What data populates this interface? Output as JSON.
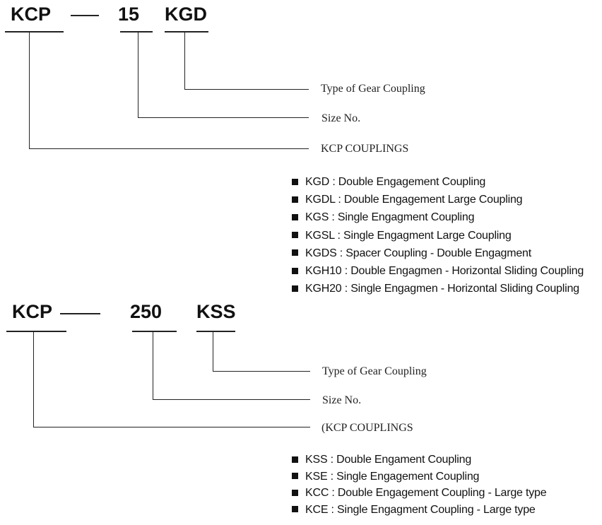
{
  "block1": {
    "prefix": "KCP",
    "size": "15",
    "type": "KGD",
    "labels": [
      "Type of Gear Coupling",
      "Size No.",
      "KCP COUPLINGS"
    ],
    "legend": [
      "KGD : Double Engagement Coupling",
      "KGDL : Double Engagement  Large Coupling",
      "KGS :  Single Engagment Coupling",
      "KGSL : Single Engagment Large Coupling",
      "KGDS : Spacer Coupling - Double Engagment",
      "KGH10 : Double Engagmen - Horizontal  Sliding Coupling",
      "KGH20 : Single Engagmen - Horizontal Sliding Coupling"
    ]
  },
  "block2": {
    "prefix": "KCP",
    "size": "250",
    "type": "KSS",
    "labels": [
      "Type of Gear Coupling",
      "Size No.",
      "(KCP COUPLINGS"
    ],
    "legend": [
      "KSS :  Double Engament Coupling",
      "KSE : Single Engagement Coupling",
      "KCC : Double Engagement Coupling - Large type",
      "KCE :  Single Engagment Coupling - Large type"
    ]
  }
}
